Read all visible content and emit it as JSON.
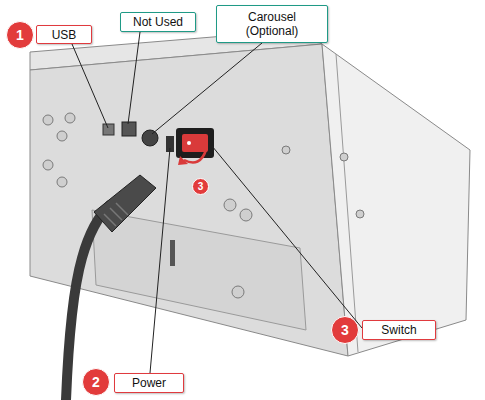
{
  "diagram": {
    "nodes": [
      {
        "text": [
          "1"
        ]
      },
      {
        "text": [
          "USB"
        ]
      },
      {
        "text": [
          "Not Used"
        ]
      },
      {
        "text": [
          "Carousel (Optional)"
        ]
      },
      {
        "text": [
          "3"
        ]
      },
      {
        "text": [
          "3"
        ]
      },
      {
        "text": [
          "Switch"
        ]
      },
      {
        "text": [
          "2"
        ]
      },
      {
        "text": [
          "Power"
        ]
      }
    ]
  }
}
